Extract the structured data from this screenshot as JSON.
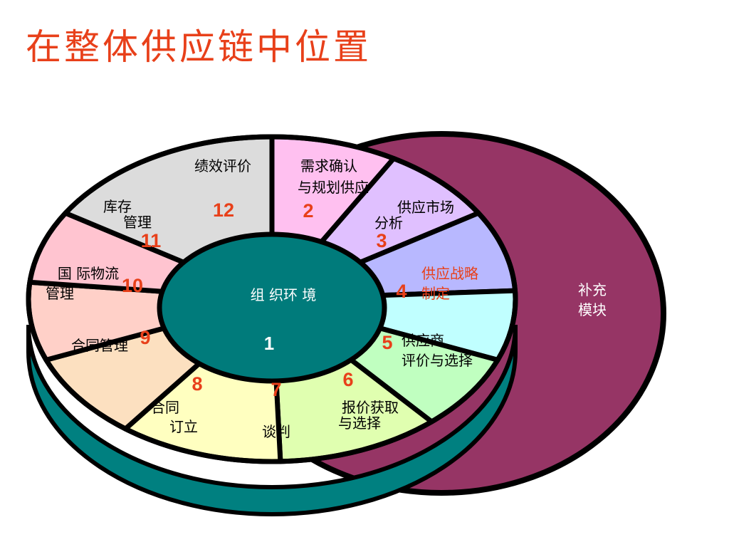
{
  "title": "在整体供应链中位置",
  "center": {
    "label": "组 织环 境",
    "number": "1"
  },
  "supplement": {
    "line1": "补充",
    "line2": "模块"
  },
  "colors": {
    "title": "#e8401a",
    "number": "#e8401a",
    "center": "#007b7b",
    "rim": "#008080",
    "supplement": "#963565"
  },
  "segments": [
    {
      "number": "2",
      "lines": [
        "需求确认",
        "与规划供应"
      ],
      "fill": "#ffc0f0",
      "text_color": "#000000"
    },
    {
      "number": "3",
      "lines": [
        "供应市场",
        "分析"
      ],
      "fill": "#e0c0ff",
      "text_color": "#000000"
    },
    {
      "number": "4",
      "lines": [
        "供应战略",
        "制定"
      ],
      "fill": "#b8b8ff",
      "text_color": "#e8401a"
    },
    {
      "number": "5",
      "lines": [
        "供应商",
        "评价与选择"
      ],
      "fill": "#c0ffff",
      "text_color": "#000000"
    },
    {
      "number": "6",
      "lines": [
        "报价获取",
        "与选择"
      ],
      "fill": "#c0ffc0",
      "text_color": "#000000"
    },
    {
      "number": "7",
      "lines": [
        "谈判"
      ],
      "fill": "#e0ffb0",
      "text_color": "#000000"
    },
    {
      "number": "8",
      "lines": [
        "合同",
        "订立"
      ],
      "fill": "#ffffc0",
      "text_color": "#000000"
    },
    {
      "number": "9",
      "lines": [
        "合同管理"
      ],
      "fill": "#fce0c0",
      "text_color": "#000000"
    },
    {
      "number": "10",
      "lines": [
        "国 际物流",
        "管理"
      ],
      "fill": "#ffd0c8",
      "text_color": "#000000"
    },
    {
      "number": "11",
      "lines": [
        "库存",
        "管理"
      ],
      "fill": "#ffc4d0",
      "text_color": "#000000"
    },
    {
      "number": "12",
      "lines": [
        "绩效评价"
      ],
      "fill": "#dcdcdc",
      "text_color": "#000000"
    }
  ]
}
